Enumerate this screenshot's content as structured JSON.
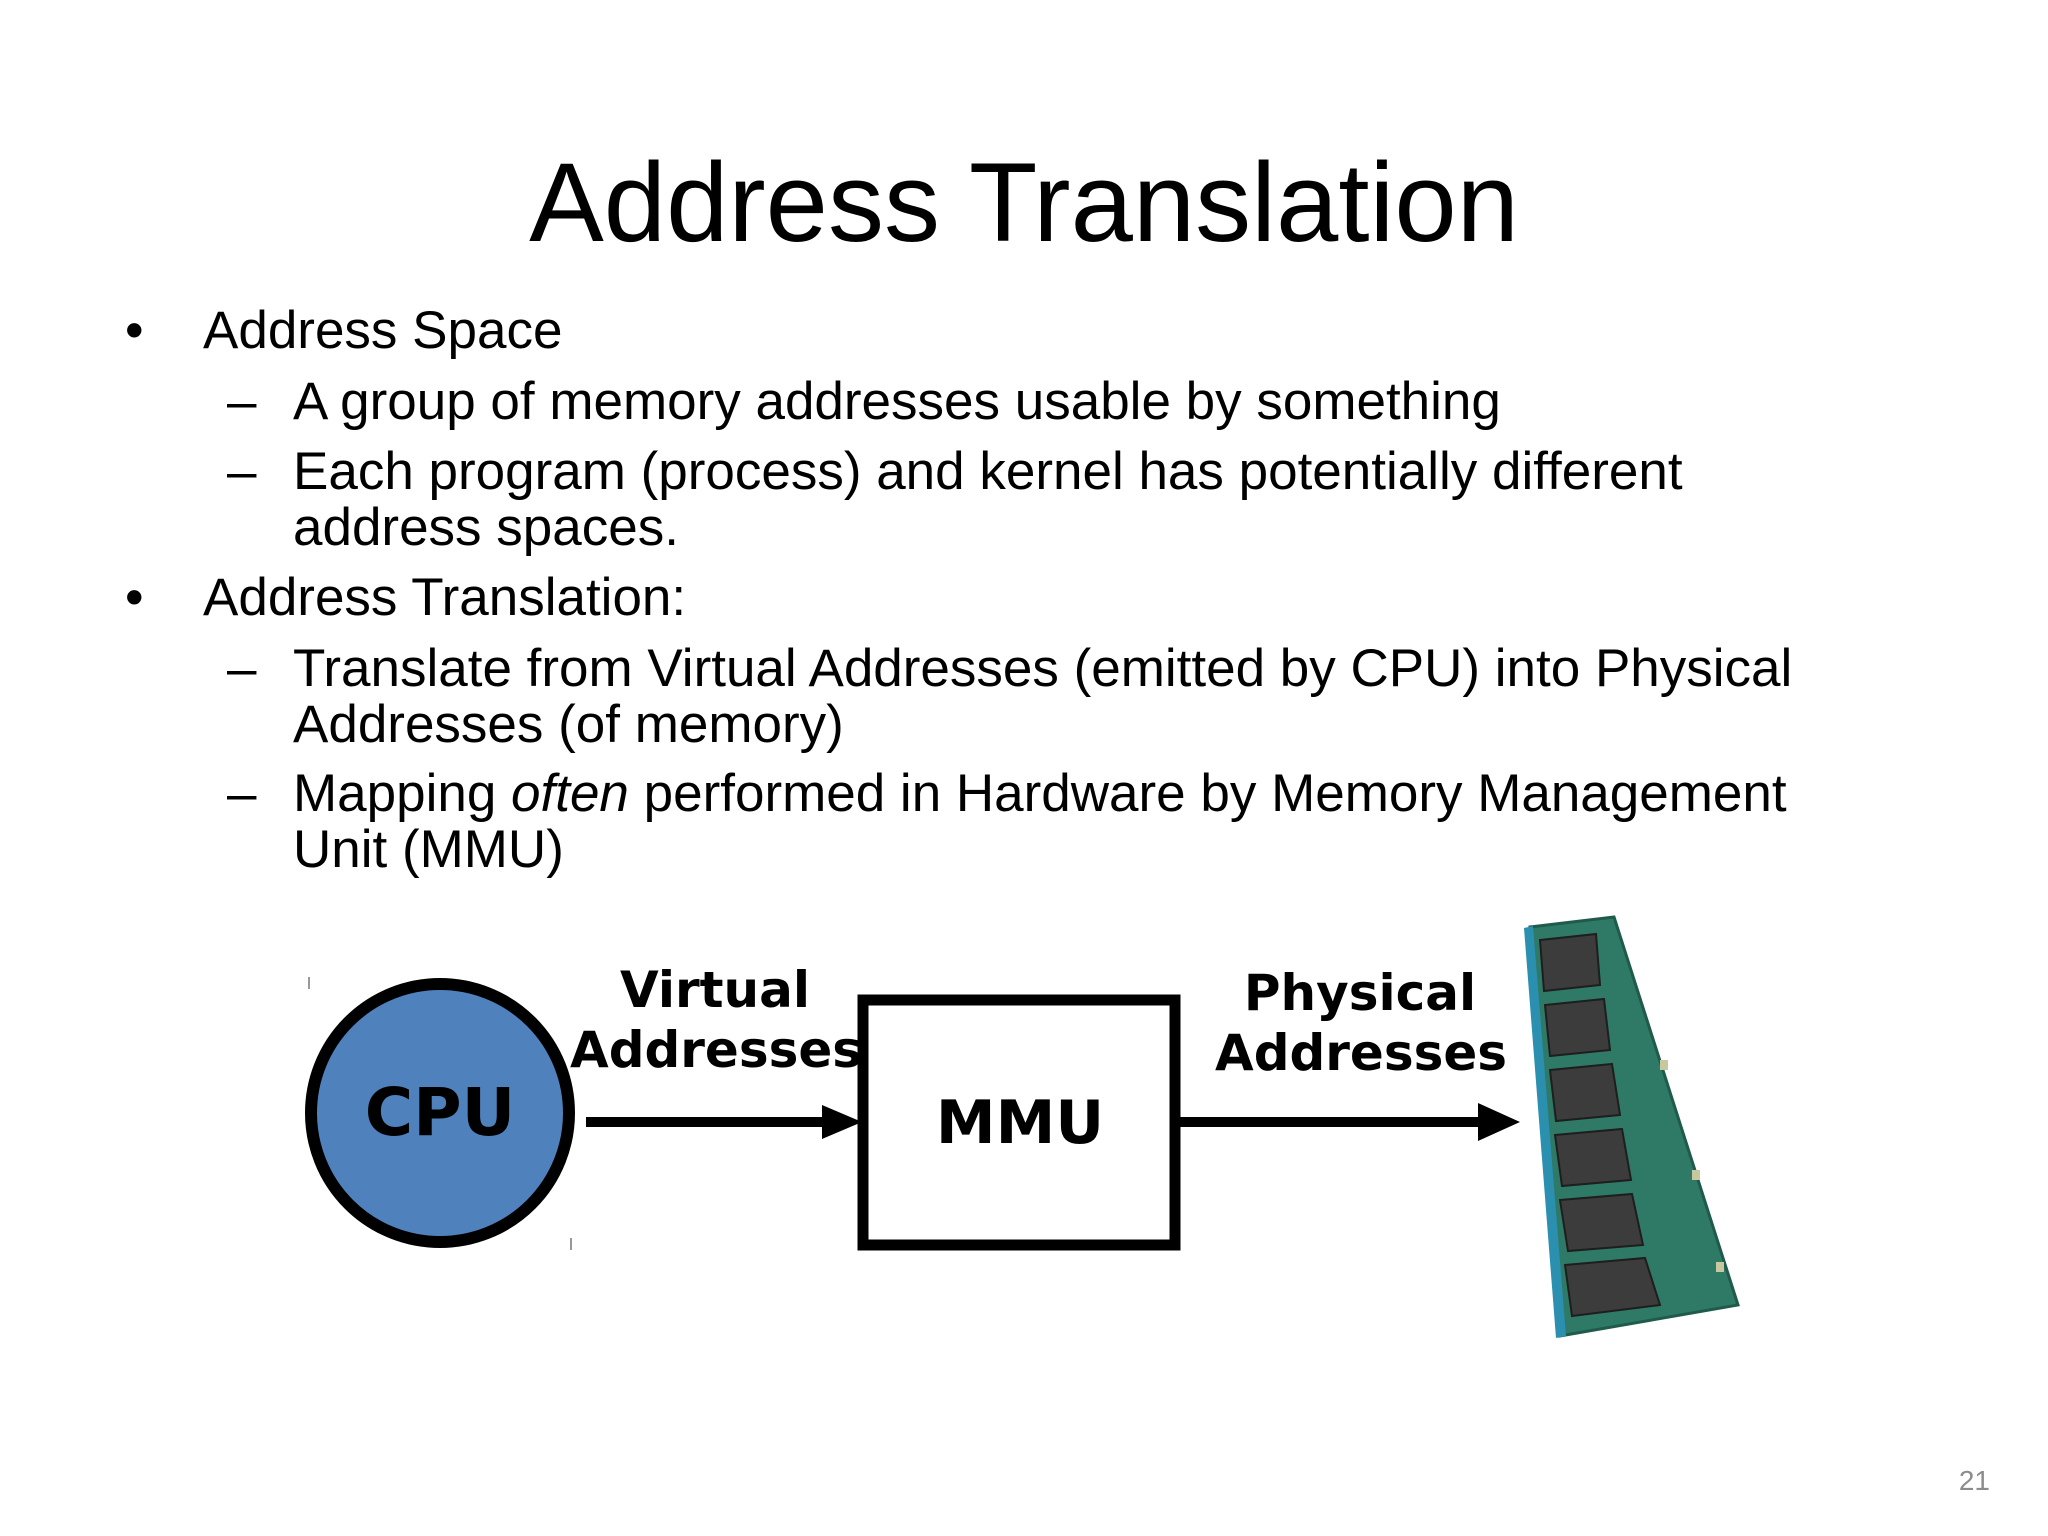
{
  "slide": {
    "title": "Address Translation",
    "page_number": "21"
  },
  "bullets": [
    {
      "text": "Address Space",
      "subitems": [
        {
          "lines": [
            "A group of memory addresses usable by something"
          ]
        },
        {
          "lines": [
            "Each program (process) and kernel has potentially different",
            "address spaces."
          ]
        }
      ]
    },
    {
      "text": "Address Translation:",
      "subitems": [
        {
          "lines": [
            "Translate from Virtual Addresses (emitted by CPU) into Physical",
            "Addresses (of memory)"
          ]
        },
        {
          "line1": {
            "before": "Mapping ",
            "emphasis": "often",
            "after": " performed in Hardware by Memory Management"
          },
          "lines": [
            "Unit (MMU)"
          ]
        }
      ]
    }
  ],
  "diagram": {
    "cpu_label": "CPU",
    "mmu_label": "MMU",
    "virtual_label": [
      "Virtual",
      "Addresses"
    ],
    "physical_label": [
      "Physical",
      "Addresses"
    ],
    "memory_module": "ram-stick-icon",
    "colors": {
      "cpu_fill": "#4f81bd",
      "pcb": "#2f7a66",
      "chip": "#3c3c3c"
    }
  }
}
